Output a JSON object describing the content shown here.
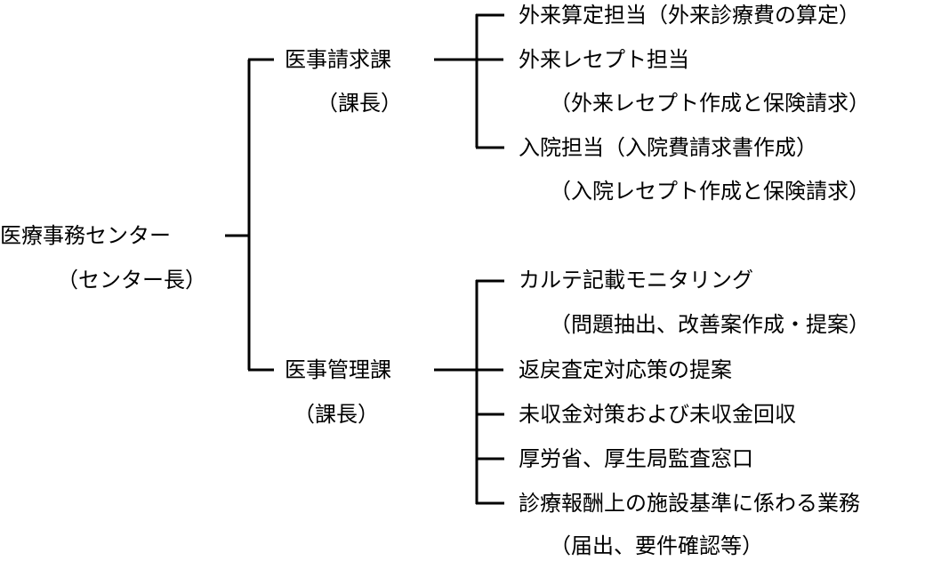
{
  "root": {
    "name": "医療事務センター",
    "role": "（センター長）"
  },
  "dept1": {
    "name": "医事請求課",
    "role": "（課長）",
    "items": [
      {
        "line1": "外来算定担当（外来診療費の算定）",
        "line2": ""
      },
      {
        "line1": "外来レセプト担当",
        "line2": "（外来レセプト作成と保険請求）"
      },
      {
        "line1": "入院担当（入院費請求書作成）",
        "line2": "（入院レセプト作成と保険請求）"
      }
    ]
  },
  "dept2": {
    "name": "医事管理課",
    "role": "（課長）",
    "items": [
      {
        "line1": "カルテ記載モニタリング",
        "line2": "（問題抽出、改善案作成・提案）"
      },
      {
        "line1": "返戻査定対応策の提案",
        "line2": ""
      },
      {
        "line1": "未収金対策および未収金回収",
        "line2": ""
      },
      {
        "line1": "厚労省、厚生局監査窓口",
        "line2": ""
      },
      {
        "line1": "診療報酬上の施設基準に係わる業務",
        "line2": "（届出、要件確認等）"
      }
    ]
  }
}
